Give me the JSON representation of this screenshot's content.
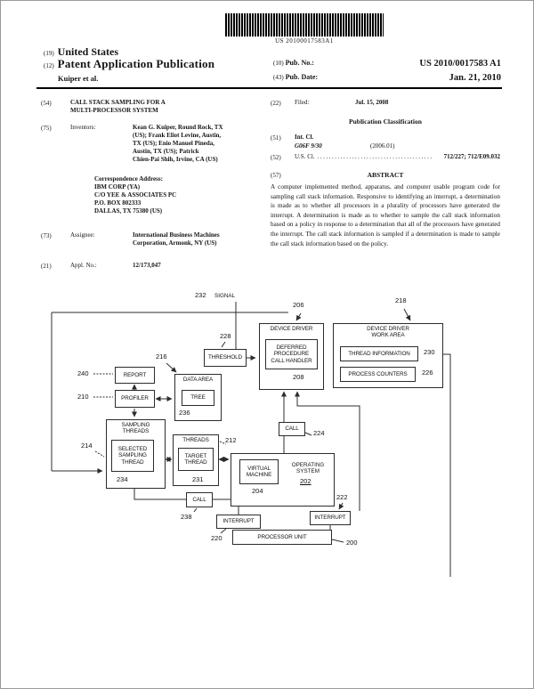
{
  "header": {
    "barcode_text": "US 20100017583A1",
    "c19": "(19)",
    "united_states": "United States",
    "c12": "(12)",
    "doc_type": "Patent Application Publication",
    "authors": "Kuiper et al.",
    "c10": "(10)",
    "pubno_label": "Pub. No.:",
    "pubno": "US 2010/0017583 A1",
    "c43": "(43)",
    "pubdate_label": "Pub. Date:",
    "pubdate": "Jan. 21, 2010"
  },
  "left": {
    "c54": "(54)",
    "title": "CALL STACK SAMPLING FOR A\nMULTI-PROCESSOR SYSTEM",
    "c75": "(75)",
    "inventors_label": "Inventors:",
    "inventors_lines": [
      "Kean G. Kuiper, Round Rock, TX",
      "(US); Frank Eliot Levine, Austin,",
      "TX (US); Enio Manuel Pineda,",
      "Austin, TX (US); Patrick",
      "Chien-Pai Shih, Irvine, CA (US)"
    ],
    "corr_lines": [
      "Correspondence Address:",
      "IBM CORP (YA)",
      "C/O YEE & ASSOCIATES PC",
      "P.O. BOX 802333",
      "DALLAS, TX 75380 (US)"
    ],
    "c73": "(73)",
    "assignee_label": "Assignee:",
    "assignee_lines": [
      "International Business Machines",
      "Corporation, Armonk, NY (US)"
    ],
    "c21": "(21)",
    "appl_label": "Appl. No.:",
    "appl_no": "12/173,047"
  },
  "right": {
    "c22": "(22)",
    "filed_label": "Filed:",
    "filed_value": "Jul. 15, 2008",
    "pub_class": "Publication Classification",
    "c51": "(51)",
    "intcl_label": "Int. Cl.",
    "intcl_class": "G06F 9/30",
    "intcl_year": "(2006.01)",
    "c52": "(52)",
    "uscl_label": "U.S. Cl.",
    "uscl_dots": "........................................",
    "uscl_value": "712/227; 712/E09.032",
    "c57": "(57)",
    "abstract_label": "ABSTRACT",
    "abstract": "A computer implemented method, apparatus, and computer usable program code for sampling call stack information. Responsive to identifying an interrupt, a determination is made as to whether all processors in a plurality of processors have generated the interrupt. A determination is made as to whether to sample the call stack information based on a policy in response to a determination that all of the processors have generated the interrupt. The call stack information is sampled if a determination is made to sample the call stack information based on the policy."
  },
  "diagram": {
    "signal": {
      "num": "232",
      "label": "SIGNAL"
    },
    "device_driver": {
      "num": "206",
      "title": "DEVICE DRIVER",
      "inner": "DEFERRED\nPROCEDURE\nCALL HANDLER",
      "inner_num": "208"
    },
    "work_area": {
      "num": "218",
      "title": "DEVICE DRIVER\nWORK AREA",
      "thread_info": "THREAD INFORMATION",
      "thread_info_num": "230",
      "process_counters": "PROCESS COUNTERS",
      "process_counters_num": "226"
    },
    "threshold": {
      "num": "228",
      "label": "THRESHOLD"
    },
    "report": {
      "num": "240",
      "label": "REPORT"
    },
    "profiler": {
      "num": "210",
      "label": "PROFILER"
    },
    "data_area": {
      "num": "216",
      "title": "DATA AREA",
      "tree": "TREE",
      "tree_num": "236"
    },
    "sampling_threads": {
      "num": "214",
      "title": "SAMPLING\nTHREADS",
      "inner": "SELECTED\nSAMPLING\nTHREAD",
      "inner_num": "234"
    },
    "threads": {
      "num": "212",
      "title": "THREADS",
      "inner": "TARGET\nTHREAD",
      "inner_num": "231"
    },
    "os": {
      "num": "202",
      "label": "OPERATING\nSYSTEM",
      "vm": "VIRTUAL\nMACHINE",
      "vm_num": "204"
    },
    "call_upper": {
      "num": "224",
      "label": "CALL"
    },
    "call_lower": {
      "num": "238",
      "label": "CALL"
    },
    "interrupt_left": {
      "num": "220",
      "label": "INTERRUPT"
    },
    "interrupt_right": {
      "num": "222",
      "label": "INTERRUPT"
    },
    "processor_unit": {
      "num": "200",
      "label": "PROCESSOR UNIT"
    }
  }
}
